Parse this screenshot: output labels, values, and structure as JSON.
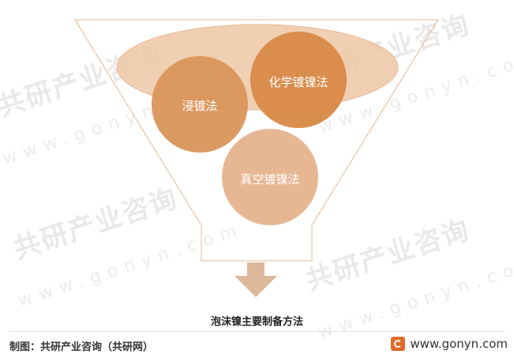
{
  "watermark": {
    "cn": "共研产业咨询",
    "en": "www.gonyn.com"
  },
  "diagram": {
    "methods": [
      {
        "label": "浸镀法",
        "color": "#d9955a"
      },
      {
        "label": "化学镀镍法",
        "color": "#d98c4a"
      },
      {
        "label": "真空镀镍法",
        "color": "#e6b38e"
      }
    ],
    "funnel_stroke": "#e8b895",
    "ellipse_fill": "#efc7a5",
    "arrow_color": "#dcb79c"
  },
  "caption": "泡沫镍主要制备方法",
  "footer": {
    "source": "制图：共研产业咨询（共研网）",
    "url": "www.gonyn.com",
    "logo_icon": "gonyn-logo-icon"
  }
}
